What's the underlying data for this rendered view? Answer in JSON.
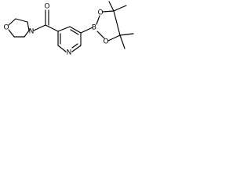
{
  "molecule": {
    "atom_labels": {
      "morpholine_oxygen": "O",
      "morpholine_nitrogen": "N",
      "carbonyl_oxygen": "O",
      "pyridine_nitrogen": "N",
      "boron": "B",
      "boronate_oxygen_1": "O",
      "boronate_oxygen_2": "O"
    }
  }
}
